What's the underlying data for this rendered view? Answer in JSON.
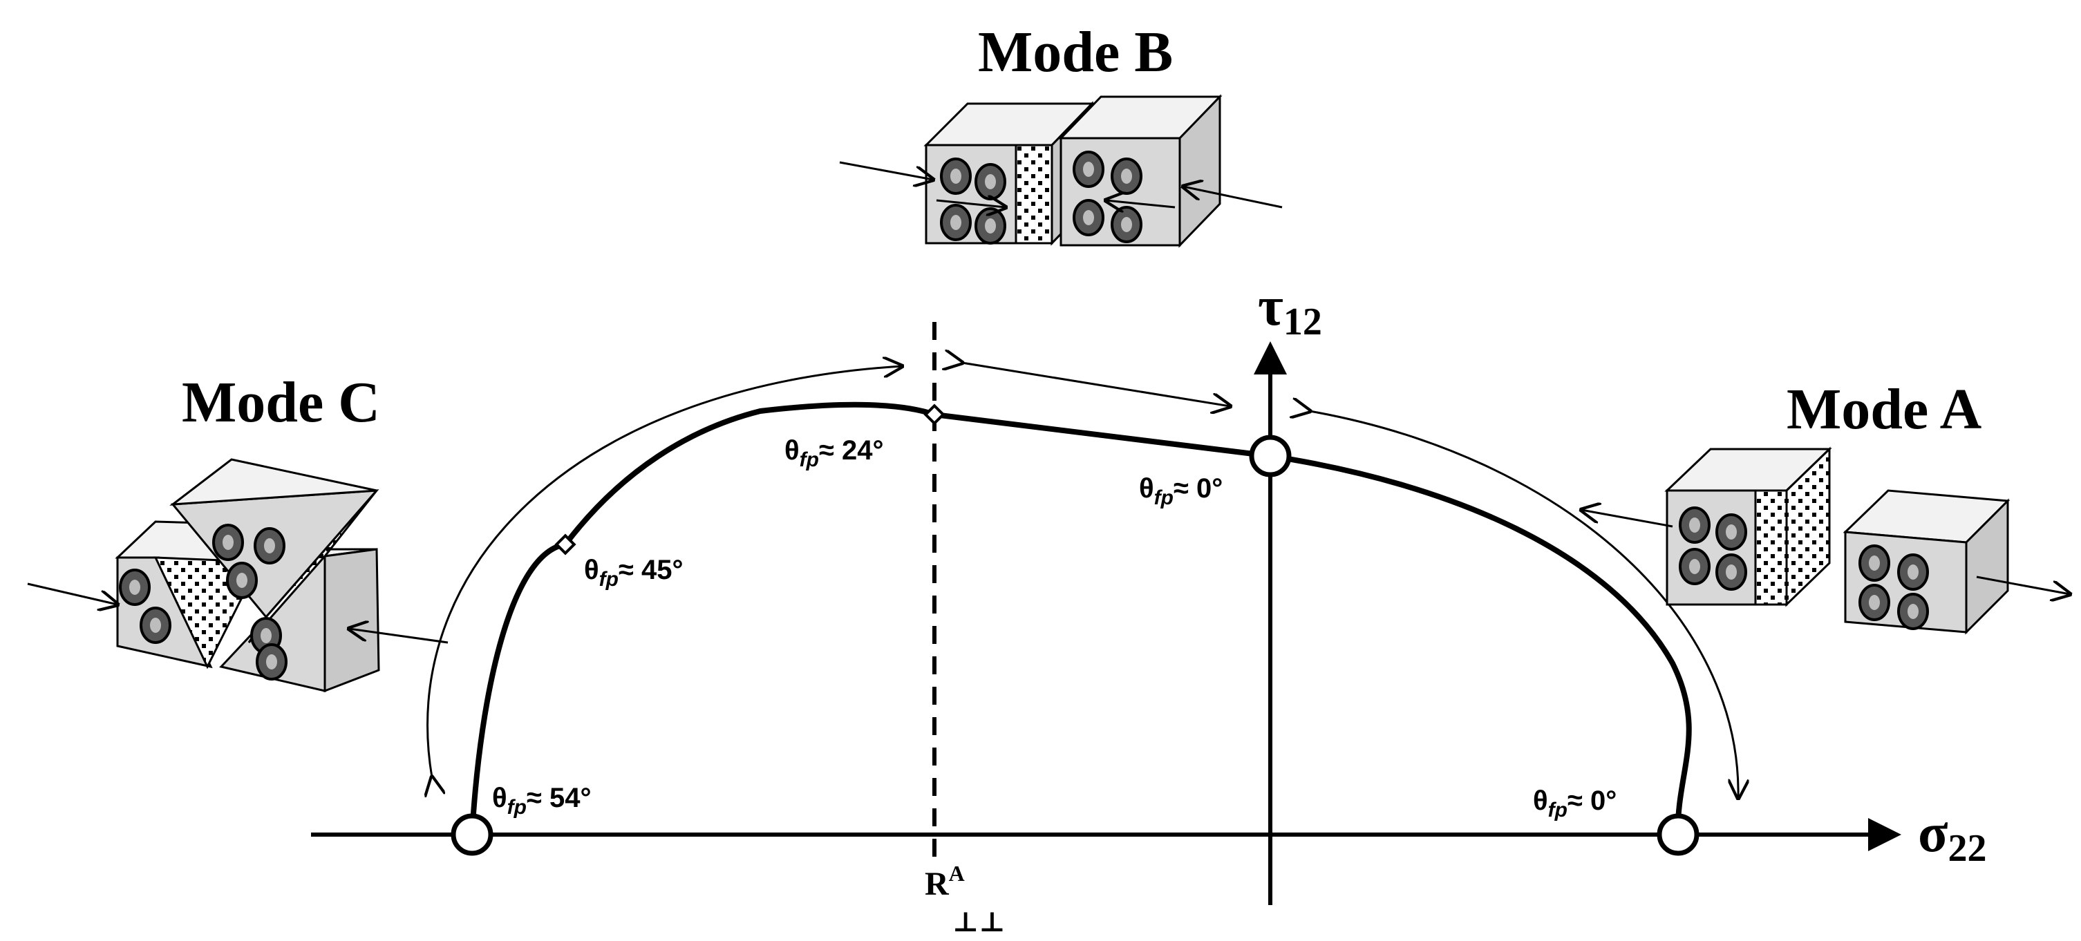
{
  "modes": {
    "a": {
      "title": "Mode A"
    },
    "b": {
      "title": "Mode B"
    },
    "c": {
      "title": "Mode C"
    }
  },
  "axes": {
    "x_symbol": "σ",
    "x_subscript": "22",
    "y_symbol": "τ",
    "y_subscript": "12",
    "r_symbol": "R",
    "r_superscript": "A",
    "r_subscript": "⊥⊥"
  },
  "angles": {
    "theta": "θ",
    "sub": "fp",
    "a_axis": "≈ 0°",
    "a_top": "≈ 0°",
    "b": "≈ 24°",
    "c_mid": "≈ 45°",
    "c_bottom": "≈ 54°"
  },
  "colors": {
    "line": "#000000",
    "cube_top": "#f2f2f2",
    "cube_front": "#d8d8d8",
    "cube_side": "#c8c8c8",
    "fiber": "#555555"
  }
}
